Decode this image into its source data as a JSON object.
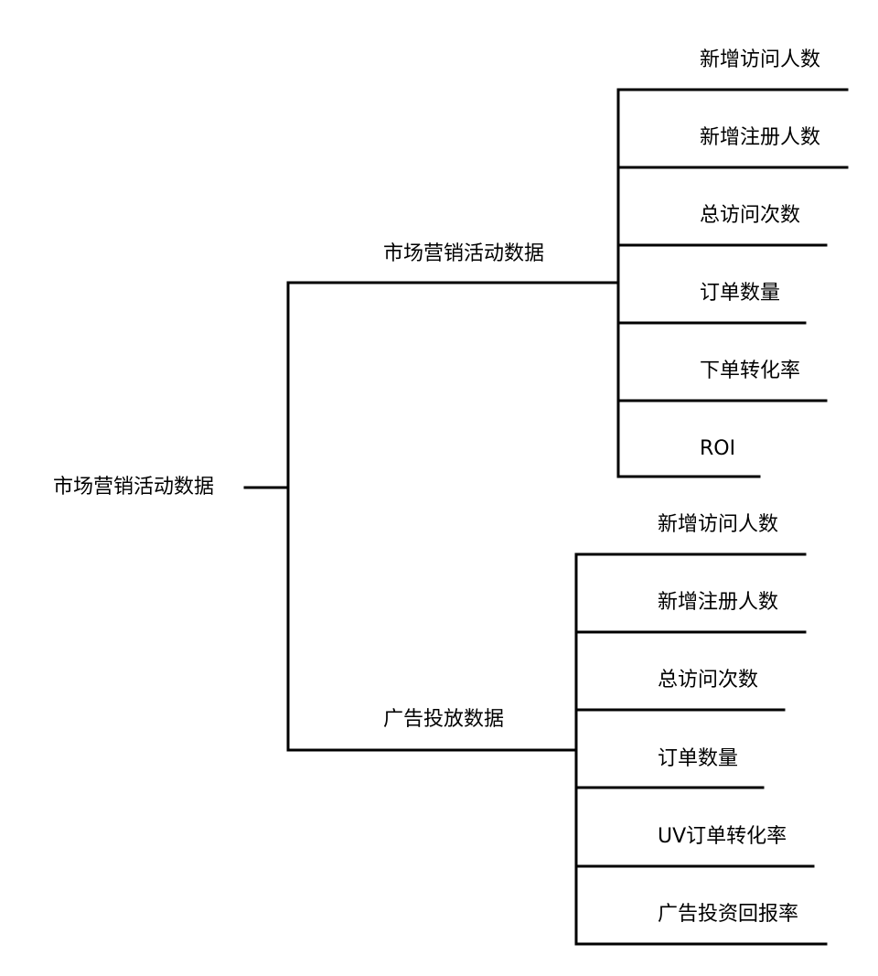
{
  "root": {
    "label": "市场营销活动数据"
  },
  "branches": [
    {
      "label": "市场营销活动数据",
      "children": [
        "新增访问人数",
        "新增注册人数",
        "总访问次数",
        "订单数量",
        "下单转化率",
        "ROI"
      ]
    },
    {
      "label": "广告投放数据",
      "children": [
        "新增访问人数",
        "新增注册人数",
        "总访问次数",
        "订单数量",
        "UV订单转化率",
        "广告投资回报率"
      ]
    }
  ],
  "colors": {
    "line": "#000000",
    "text": "#000000",
    "background": "#ffffff"
  }
}
